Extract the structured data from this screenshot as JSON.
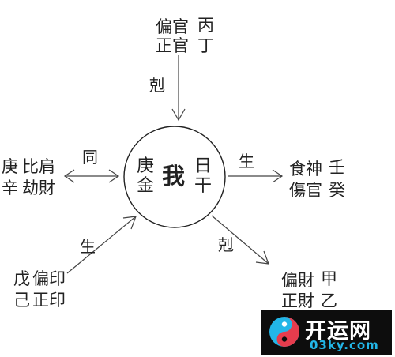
{
  "center": {
    "self": "我",
    "left_column": "庚金",
    "right_column": "日干"
  },
  "top": {
    "row1": "偏官",
    "row2": "正官",
    "stem1": "丙",
    "stem2": "丁",
    "relation": "剋"
  },
  "left": {
    "stem1": "庚",
    "stem2": "辛",
    "row1": "比肩",
    "row2": "劫財",
    "relation": "同"
  },
  "right": {
    "row1": "食神",
    "row2": "傷官",
    "stem1": "壬",
    "stem2": "癸",
    "relation": "生"
  },
  "bottom_left": {
    "stem1": "戊",
    "stem2": "己",
    "row1": "偏印",
    "row2": "正印",
    "relation": "生"
  },
  "bottom_right": {
    "row1": "偏財",
    "row2": "正財",
    "stem1": "甲",
    "stem2": "乙",
    "relation": "剋"
  },
  "logo": {
    "name": "开运网",
    "url": "03ky.com",
    "colors": {
      "red": "#e63c4d",
      "cyan": "#22b6e8",
      "background": "#0d0d0d"
    }
  }
}
